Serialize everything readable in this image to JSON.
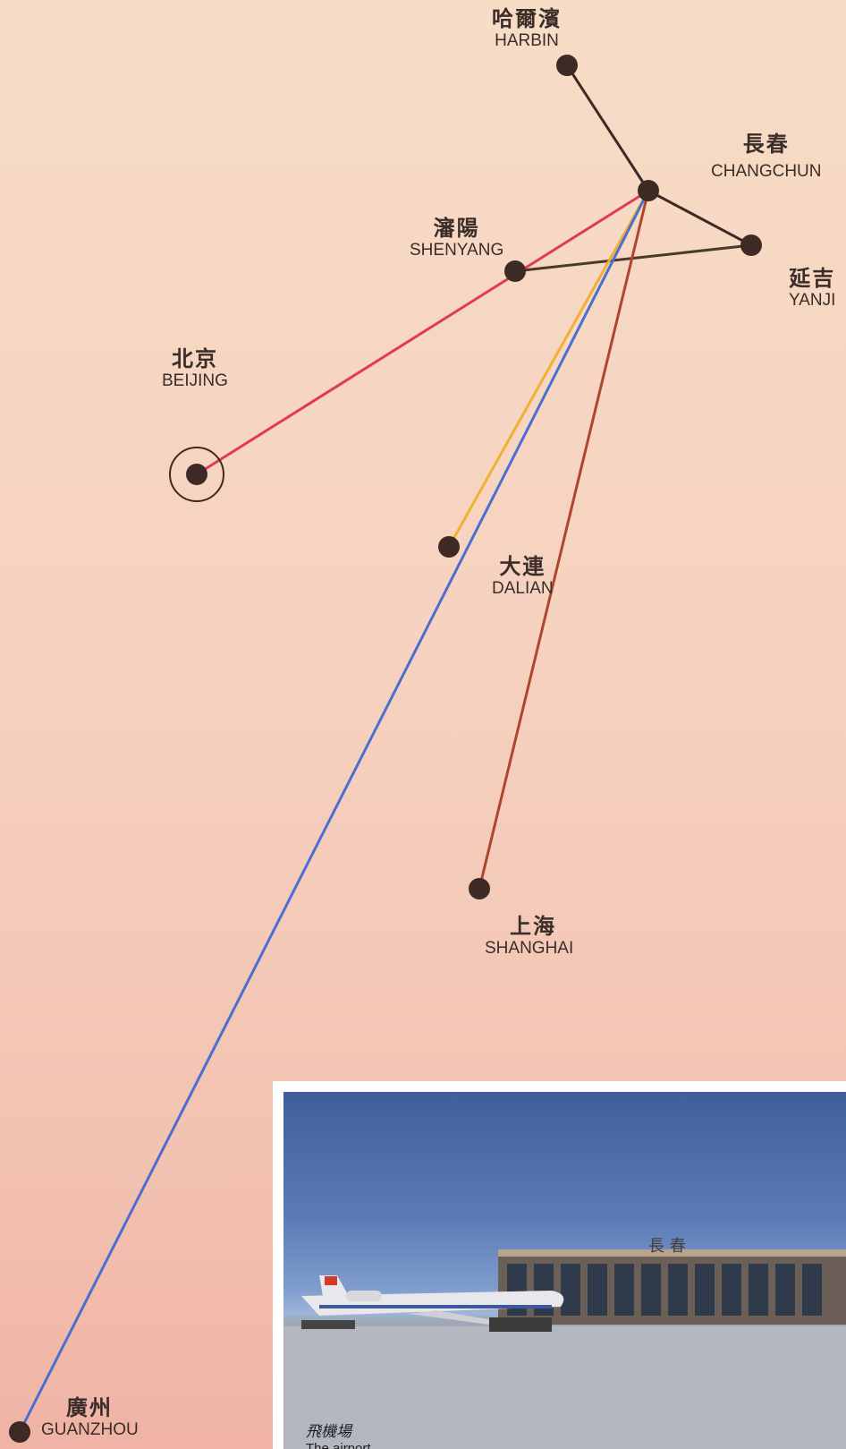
{
  "cities": [
    {
      "id": "harbin",
      "zh": "哈爾濱",
      "en": "HARBIN"
    },
    {
      "id": "changchun",
      "zh": "長春",
      "en": "CHANGCHUN"
    },
    {
      "id": "shenyang",
      "zh": "瀋陽",
      "en": "SHENYANG"
    },
    {
      "id": "yanji",
      "zh": "延吉",
      "en": "YANJI"
    },
    {
      "id": "beijing",
      "zh": "北京",
      "en": "BEIJING"
    },
    {
      "id": "dalian",
      "zh": "大連",
      "en": "DALIAN"
    },
    {
      "id": "shanghai",
      "zh": "上海",
      "en": "SHANGHAI"
    },
    {
      "id": "guangzhou",
      "zh": "廣州",
      "en": "GUANZHOU"
    }
  ],
  "routes": [
    {
      "from": "changchun",
      "to": "harbin",
      "color": "#3d2a24"
    },
    {
      "from": "changchun",
      "to": "yanji",
      "color": "#3d2a24"
    },
    {
      "from": "shenyang",
      "to": "yanji",
      "color": "#4a3a2a"
    },
    {
      "from": "changchun",
      "to": "beijing",
      "color": "#e0395a"
    },
    {
      "from": "changchun",
      "to": "dalian",
      "color": "#f0b132"
    },
    {
      "from": "changchun",
      "to": "guangzhou",
      "color": "#4a6fd0"
    },
    {
      "from": "changchun",
      "to": "shanghai",
      "color": "#b0452e"
    }
  ],
  "capital": "beijing",
  "photo": {
    "caption_zh": "飛機場",
    "caption_en": "The airport",
    "sign_text": "長 春"
  }
}
